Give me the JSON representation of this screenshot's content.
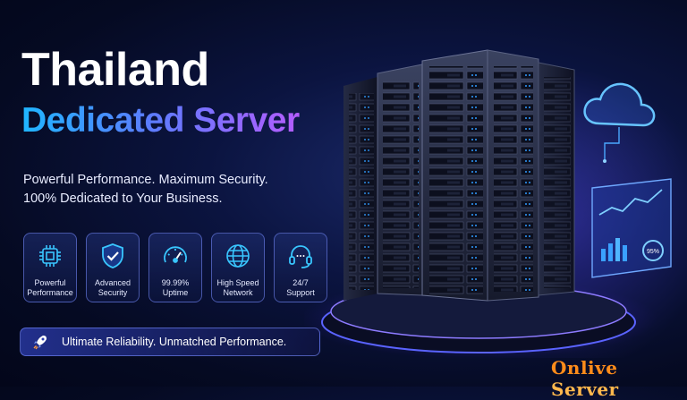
{
  "headline": {
    "line1": "Thailand",
    "line2": "Dedicated Server"
  },
  "tagline": {
    "line1": "Powerful Performance. Maximum Security.",
    "line2": "100% Dedicated to Your Business."
  },
  "features": [
    {
      "icon": "cpu-chip-icon",
      "line1": "Powerful",
      "line2": "Performance"
    },
    {
      "icon": "shield-check-icon",
      "line1": "Advanced",
      "line2": "Security"
    },
    {
      "icon": "speedometer-icon",
      "line1": "99.99%",
      "line2": "Uptime"
    },
    {
      "icon": "globe-icon",
      "line1": "High Speed",
      "line2": "Network"
    },
    {
      "icon": "headset-icon",
      "line1": "24/7",
      "line2": "Support"
    }
  ],
  "banner": {
    "icon": "rocket-icon",
    "text": "Ultimate Reliability. Unmatched Performance."
  },
  "dashboard": {
    "gauge_value": "95%"
  },
  "brand": {
    "part1": "Onlive",
    "part2": "Server"
  },
  "colors": {
    "accent_blue": "#1fb6ff",
    "accent_purple": "#b45cff",
    "brand_orange": "#ff8c1a"
  }
}
